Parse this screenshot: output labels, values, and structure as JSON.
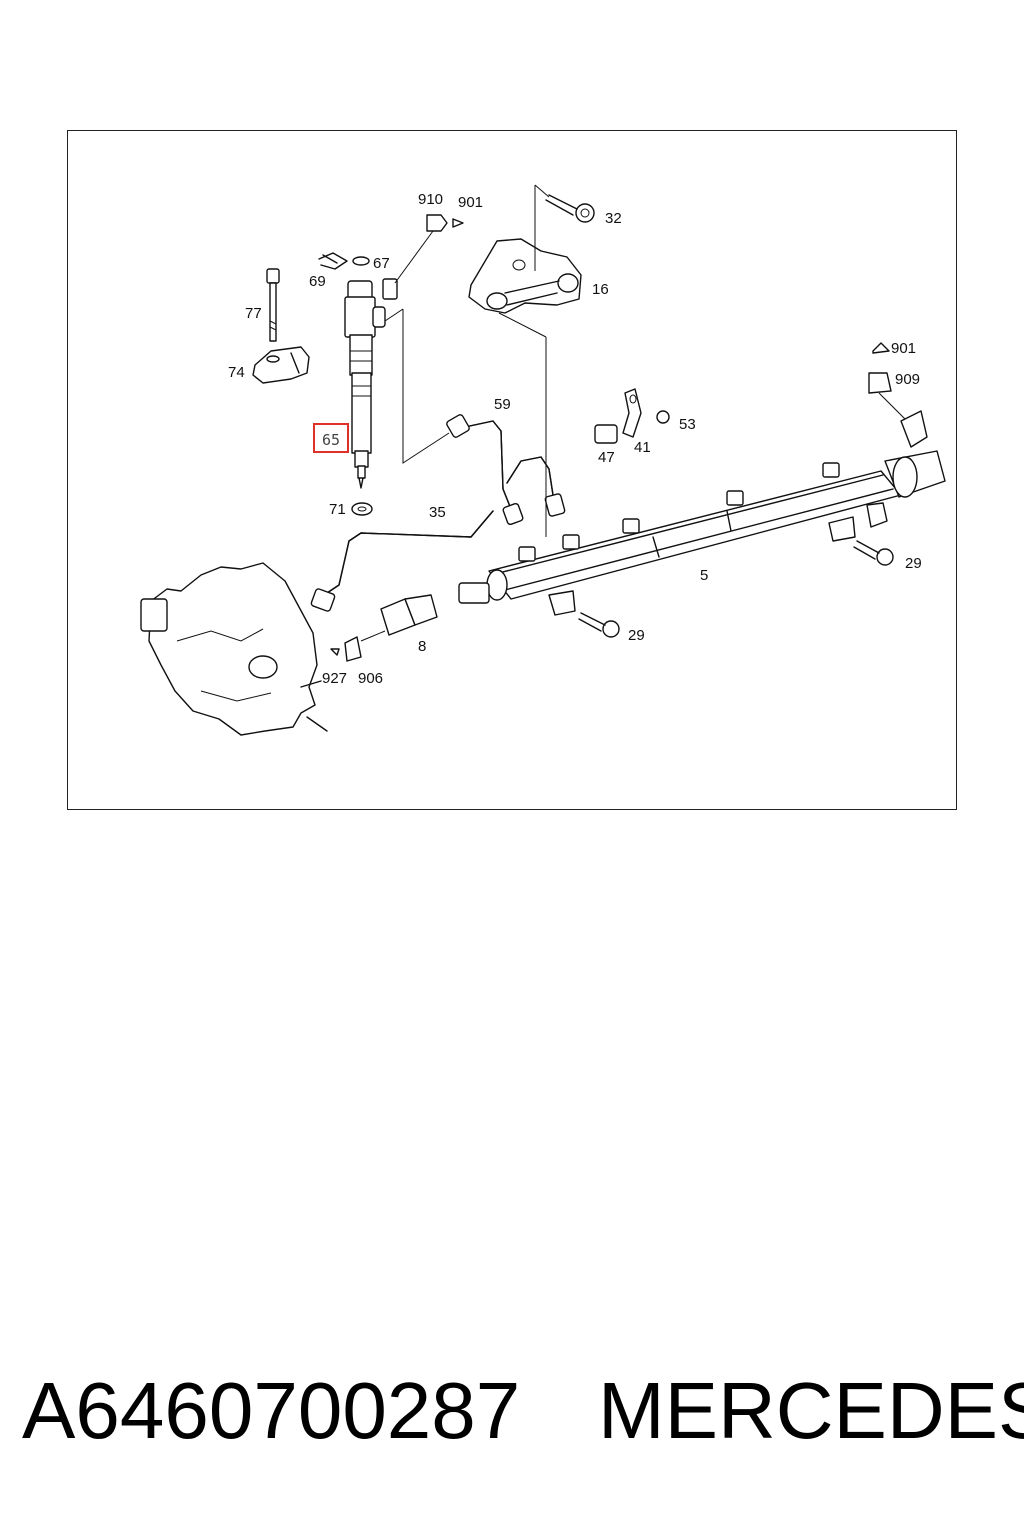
{
  "diagram": {
    "labels": {
      "l910": "910",
      "l901a": "901",
      "l32": "32",
      "l67": "67",
      "l69": "69",
      "l16": "16",
      "l77": "77",
      "l74": "74",
      "l901b": "901",
      "l909": "909",
      "l59": "59",
      "l53": "53",
      "l65": "65",
      "l47": "47",
      "l41": "41",
      "l71": "71",
      "l35": "35",
      "l29a": "29",
      "l5": "5",
      "l29b": "29",
      "l8": "8",
      "l927": "927",
      "l906": "906"
    },
    "highlight_color": "#e0302a",
    "highlighted_label": "65"
  },
  "caption": {
    "part_number": "A6460700287",
    "brand": "MERCEDES"
  }
}
